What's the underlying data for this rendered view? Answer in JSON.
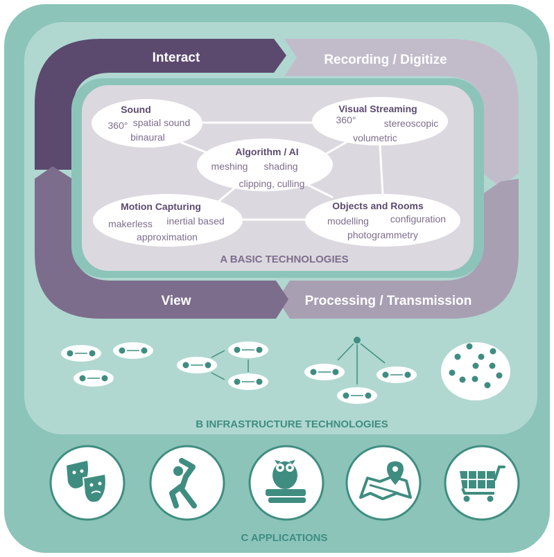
{
  "cycle": {
    "interact": "Interact",
    "recording": "Recording / Digitize",
    "view": "View",
    "processing": "Processing / Transmission"
  },
  "basic": {
    "title": "A BASIC TECHNOLOGIES",
    "sound": {
      "title": "Sound",
      "items": [
        "360°",
        "spatial sound",
        "binaural"
      ]
    },
    "visual": {
      "title": "Visual Streaming",
      "items": [
        "360°",
        "stereoscopic",
        "volumetric"
      ]
    },
    "algorithm": {
      "title": "Algorithm / AI",
      "items": [
        "meshing",
        "shading",
        "clipping, culling"
      ]
    },
    "motion": {
      "title": "Motion Capturing",
      "items": [
        "makerless",
        "inertial based",
        "approximation"
      ]
    },
    "objects": {
      "title": "Objects and Rooms",
      "items": [
        "modelling",
        "configuration",
        "photogrammetry"
      ]
    }
  },
  "infrastructure": {
    "title": "B INFRASTRUCTURE TECHNOLOGIES"
  },
  "applications": {
    "title": "C APPLICATIONS",
    "icons": [
      "theater-masks-icon",
      "fitness-person-icon",
      "owl-books-icon",
      "map-pin-icon",
      "shopping-cart-icon"
    ]
  },
  "colors": {
    "outer_teal": "#8cc4ba",
    "inner_teal": "#b0d8d0",
    "dark_purple": "#5b4a6e",
    "mid_purple": "#7d6d8c",
    "light_purple": "#c2bcca",
    "panel": "#dcd8df",
    "text_purple": "#5b4a6e",
    "teal_text": "#3f8d80",
    "dot": "#3f8d80"
  }
}
